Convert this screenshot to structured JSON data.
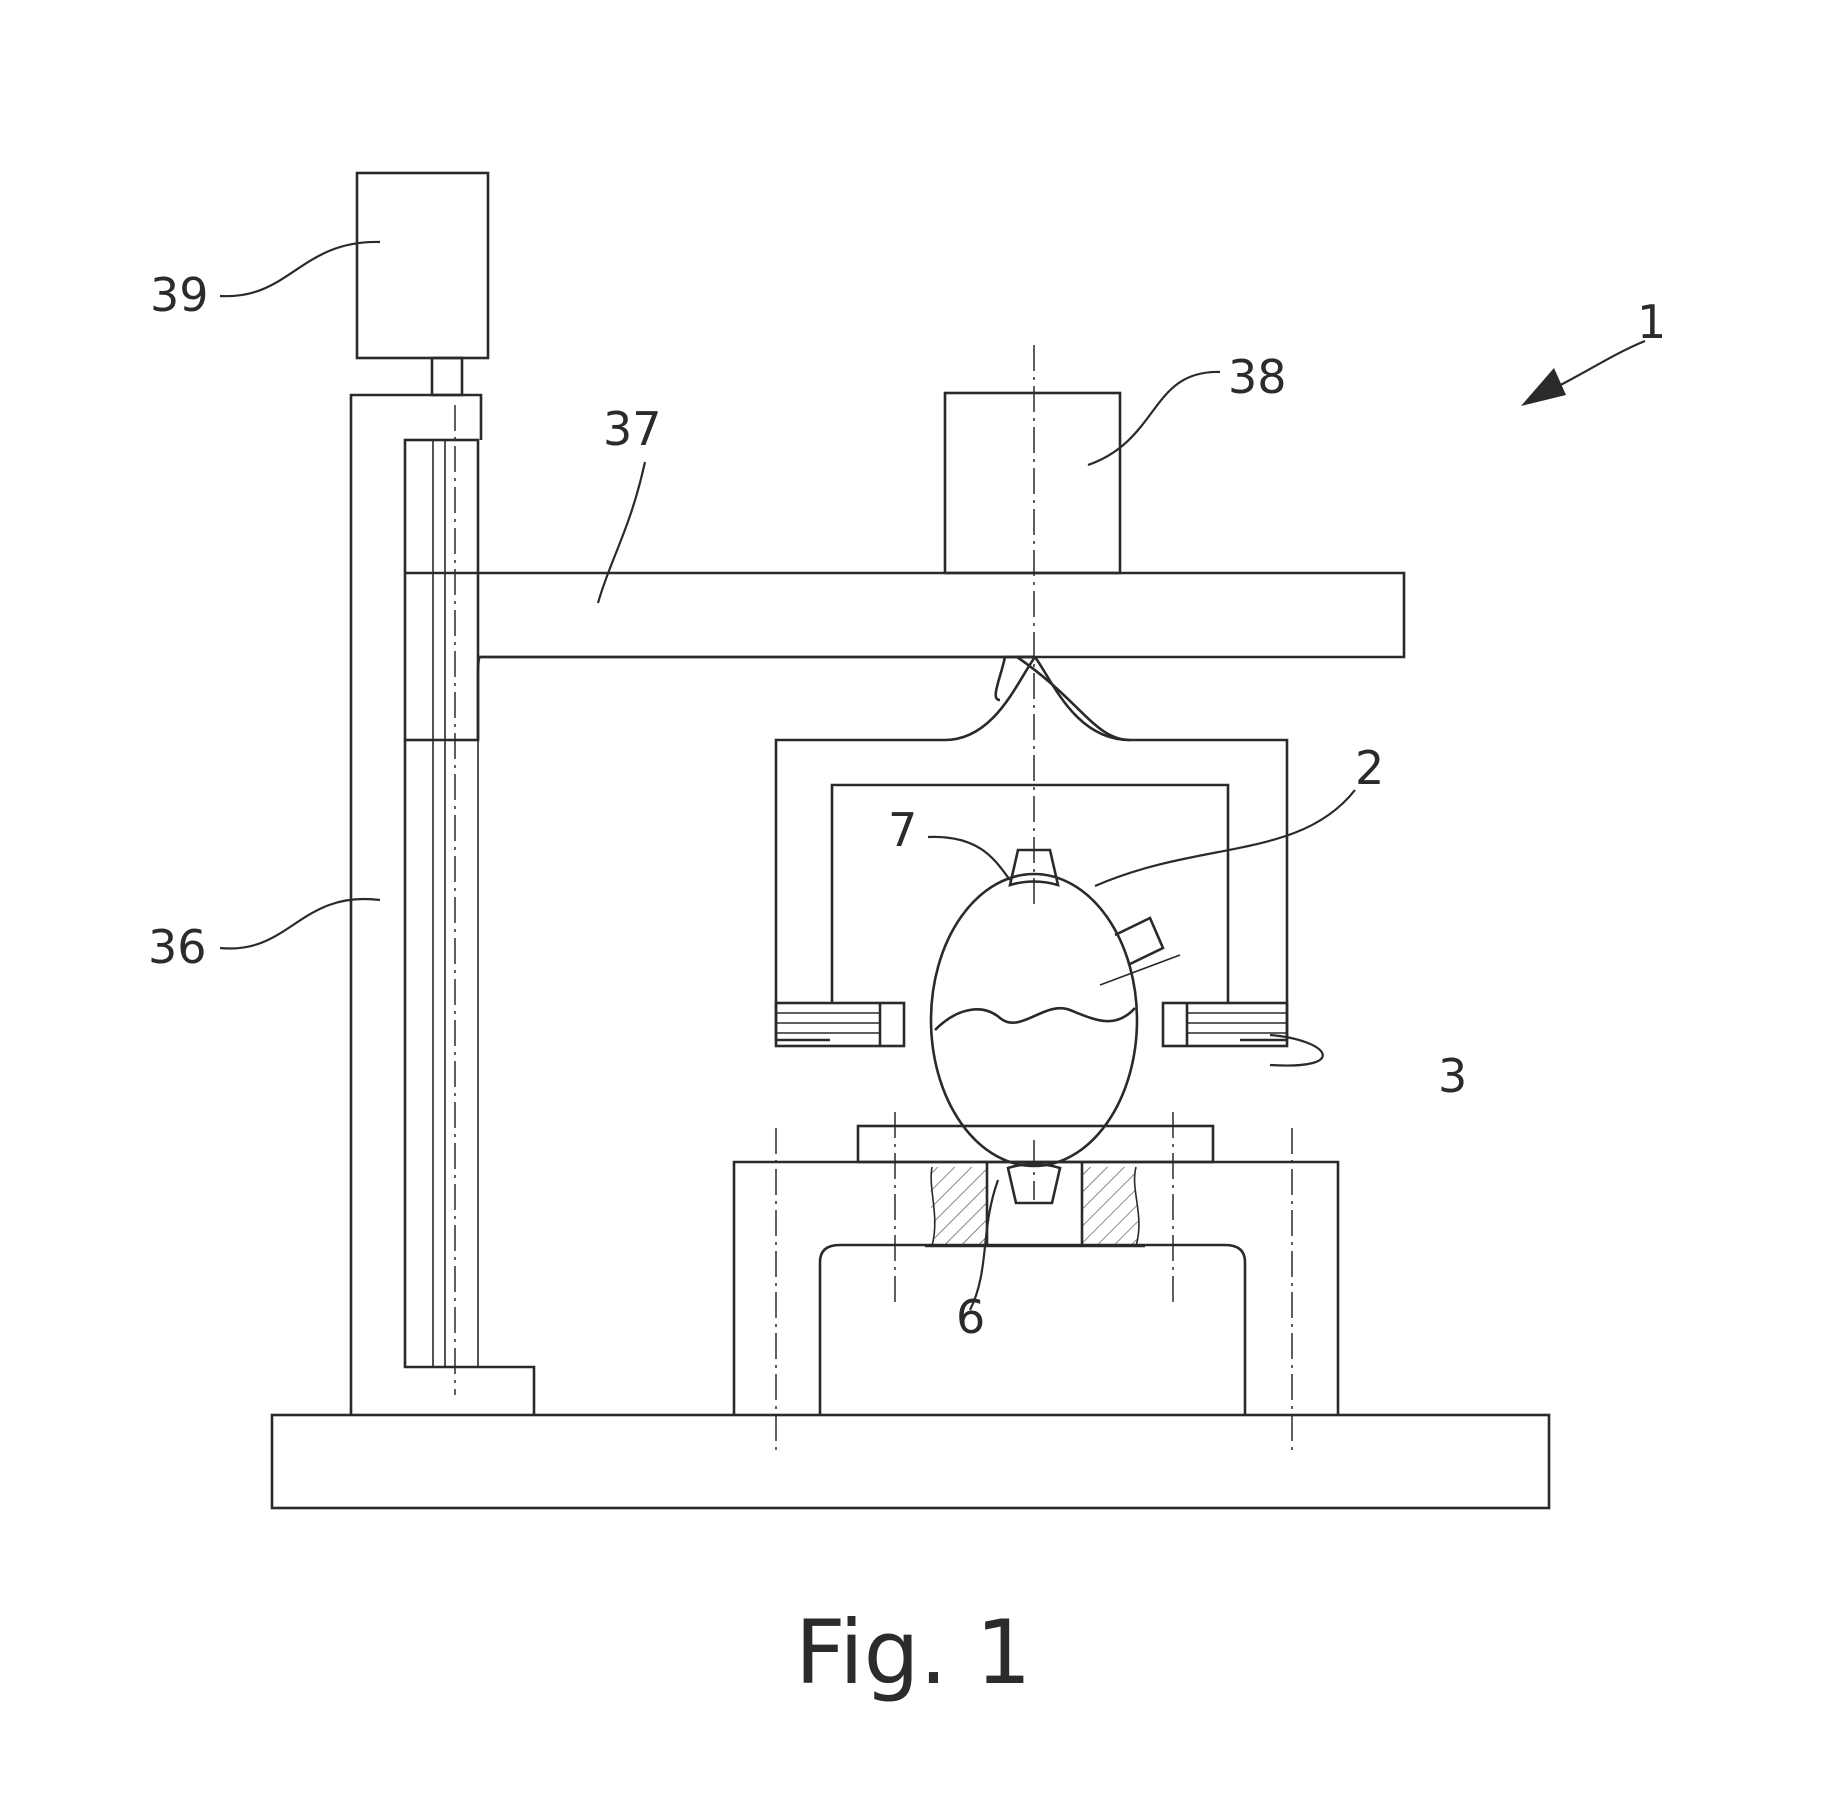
{
  "figure": {
    "caption": "Fig. 1",
    "references": {
      "r1": "1",
      "r2": "2",
      "r3": "3",
      "r6": "6",
      "r7": "7",
      "r36": "36",
      "r37": "37",
      "r38": "38",
      "r39": "39"
    }
  },
  "colors": {
    "ink": "#2a2a2a",
    "background": "#ffffff"
  }
}
